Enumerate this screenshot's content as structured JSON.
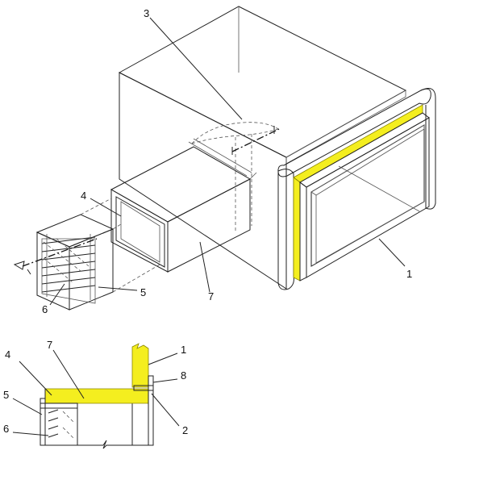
{
  "colors": {
    "insulation": "#f4ee1f",
    "frame": "#c9c9c9",
    "frame_dark": "#a9a9a9",
    "line": "#222222",
    "background": "#ffffff"
  },
  "callouts": {
    "iso_1": "1",
    "iso_3": "3",
    "iso_4": "4",
    "iso_5": "5",
    "iso_6": "6",
    "iso_7": "7",
    "sec_1": "1",
    "sec_2": "2",
    "sec_4": "4",
    "sec_5": "5",
    "sec_6": "6",
    "sec_7": "7",
    "sec_8": "8"
  }
}
